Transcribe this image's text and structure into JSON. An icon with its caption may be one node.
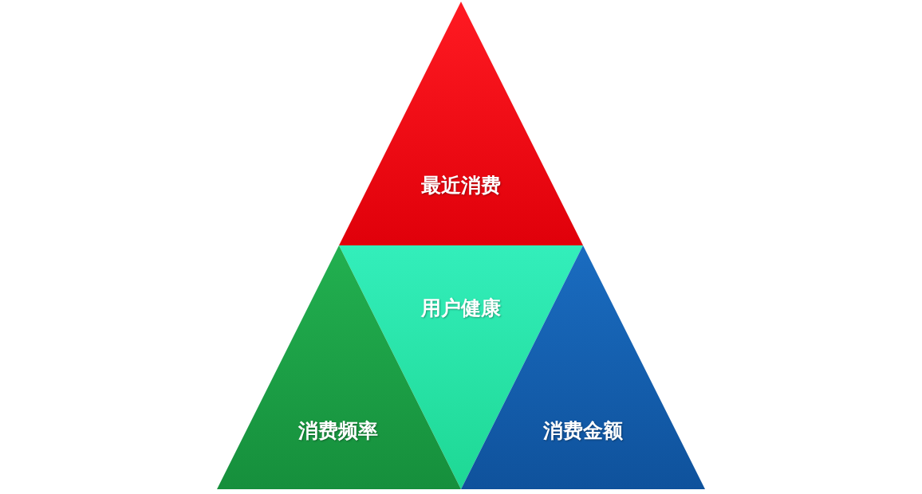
{
  "diagram": {
    "nodes": [
      {
        "text": [
          "最近消费"
        ]
      },
      {
        "text": [
          "用户健康"
        ]
      },
      {
        "text": [
          "消费频率"
        ]
      },
      {
        "text": [
          "消费金额"
        ]
      }
    ]
  }
}
